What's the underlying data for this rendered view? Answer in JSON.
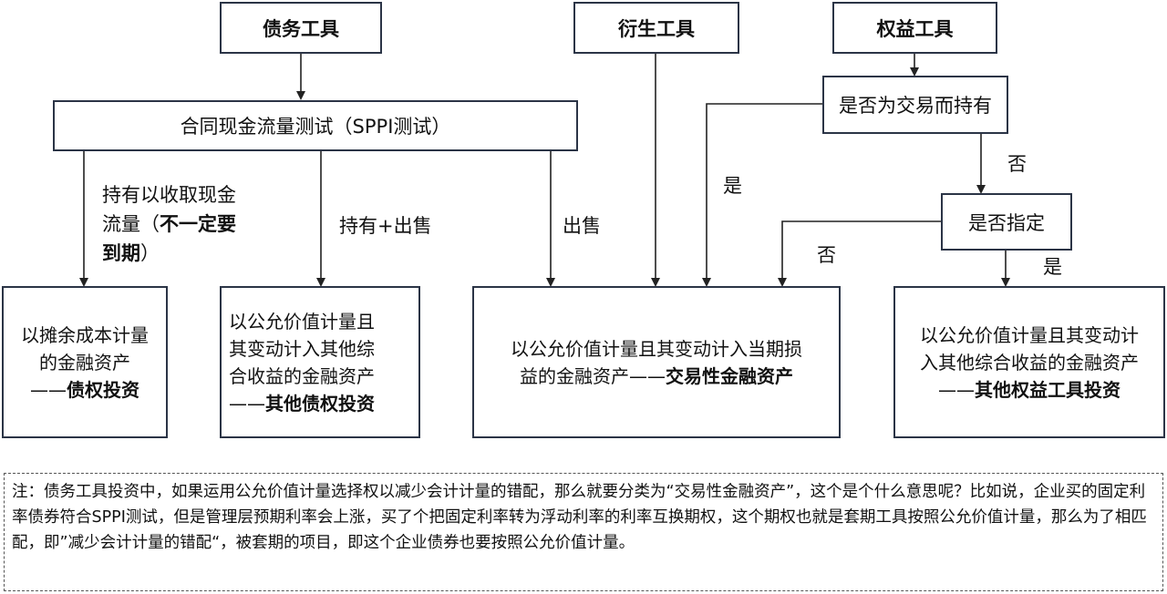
{
  "headers": {
    "debt": "债务工具",
    "derivative": "衍生工具",
    "equity": "权益工具"
  },
  "sppi_test": "合同现金流量测试（SPPI测试）",
  "held_for_trading_q": "是否为交易而持有",
  "designated_q": "是否指定",
  "labels": {
    "hold_collect_1": "持有以收取现金",
    "hold_collect_2": "流量（",
    "hold_collect_bold": "不一定要",
    "hold_collect_3_bold": "到期",
    "hold_collect_3_end": "）",
    "hold_sell": "持有+出售",
    "sell": "出售",
    "yes_trading": "是",
    "no_trading": "否",
    "no_designated": "否",
    "yes_designated": "是"
  },
  "results": {
    "amortized": {
      "line1": "以摊余成本计量",
      "line2": "的金融资产",
      "line3_prefix": "——",
      "line3_bold": "债权投资"
    },
    "fvoci_debt": {
      "line1": "以公允价值计量且",
      "line2": "其变动计入其他综",
      "line3": "合收益的金融资产",
      "line4_prefix": "——",
      "line4_bold": "其他债权投资"
    },
    "fvtpl": {
      "line1": "以公允价值计量且其变动计入当期损",
      "line2": "益的金融资产",
      "line2_prefix": "——",
      "line2_bold": "交易性金融资产"
    },
    "fvoci_equity": {
      "line1": "以公允价值计量且其变动计",
      "line2": "入其他综合收益的金融资产",
      "line3_prefix": "——",
      "line3_bold": "其他权益工具投资"
    }
  },
  "note": "注：债务工具投资中，如果运用公允价值计量选择权以减少会计计量的错配，那么就要分类为“交易性金融资产”，这个是个什么意思呢？比如说，企业买的固定利率债券符合SPPI测试，但是管理层预期利率会上涨，买了个把固定利率转为浮动利率的利率互换期权，这个期权也就是套期工具按照公允价值计量，那么为了相匹配，即”减少会计计量的错配“，被套期的项目，即这个企业债券也要按照公允价值计量。"
}
